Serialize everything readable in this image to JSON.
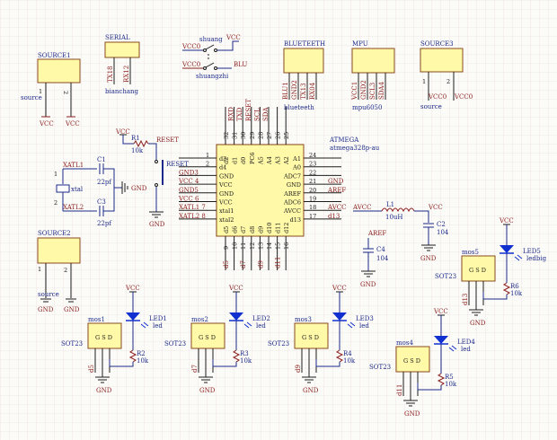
{
  "grid": {
    "color": "#e9d6d6",
    "background": "#fbfbf7"
  },
  "colors": {
    "body_fill": "#fff9a8",
    "body_stroke": "#8a4a1c",
    "wire": "#1c2a8a",
    "net_label": "#8a1c1c",
    "led": "#1030d0"
  },
  "connectors": {
    "source1": {
      "name": "SOURCE1",
      "pin1": "1",
      "pin2": "2",
      "comment": "source",
      "net1": "VCC",
      "net2": "VCC"
    },
    "serial": {
      "name": "SERIAL",
      "pin1": "TX18",
      "pin2": "RX12",
      "comment": "bianchang"
    },
    "bluetooth": {
      "name": "BLUETEETH",
      "pins": [
        "BLU1",
        "GND2",
        "TX13",
        "RX04"
      ],
      "comment": "blueteeth"
    },
    "mpu": {
      "name": "MPU",
      "pins": [
        "VCC1",
        "GND2",
        "SCL3",
        "SDA4"
      ],
      "comment": "mpu6050"
    },
    "source3": {
      "name": "SOURCE3",
      "pin1": "1",
      "pin2": "2",
      "comment": "source",
      "net1": "VCC0",
      "net2": "VCC0"
    },
    "source2": {
      "name": "SOURCE2",
      "pin1": "1",
      "pin2": "2",
      "comment": "source",
      "net1": "GND",
      "net2": "GND"
    }
  },
  "switch": {
    "top_name": "shuang",
    "bottom_name": "shuangzhi",
    "in1": "VCC0",
    "in2": "VCC0",
    "out1": "VCC",
    "out2": "BLU"
  },
  "reset": {
    "vcc": "VCC",
    "r_name": "R1",
    "r_value": "10k",
    "net": "RESET",
    "button": "RESET",
    "gnd": "GND"
  },
  "crystal": {
    "name": "xtal",
    "pin1": "1",
    "pin2": "2",
    "net1": "XATL1",
    "net2": "XATL2",
    "c1": "C1",
    "c1_value": "22pf",
    "c3": "C3",
    "c3_value": "22pf",
    "gnd": "GND"
  },
  "mcu": {
    "name": "ATMEGA",
    "part": "atmega328p-au",
    "left_nets": [
      "",
      "",
      "GND3",
      "VCC 4",
      "GND5",
      "VCC 6",
      "XATL1 7",
      "XATL2 8"
    ],
    "left_nums": [
      "1",
      "2",
      "",
      "",
      "",
      "",
      "",
      ""
    ],
    "left_inner": [
      "d3",
      "d4",
      "GND",
      "VCC",
      "GND",
      "VCC",
      "xtal1",
      "xtal2"
    ],
    "right_nums": [
      "24",
      "23",
      "22",
      "21",
      "20",
      "19",
      "18",
      "17"
    ],
    "right_inner": [
      "A1",
      "A0",
      "ADC7",
      "GND",
      "AREF",
      "ADC6",
      "AVCC",
      "d13"
    ],
    "right_nets": [
      "",
      "",
      "",
      "GND",
      "AREF",
      "",
      "AVCC",
      "d13"
    ],
    "top_nums": [
      "32",
      "31",
      "30",
      "29",
      "28",
      "27",
      "26",
      "25"
    ],
    "top_inner": [
      "d2",
      "d1",
      "d0",
      "PC6",
      "A5",
      "A4",
      "A3",
      "A2"
    ],
    "top_nets": [
      "",
      "RXD",
      "TXD",
      "RESET",
      "SCL",
      "SDA",
      "",
      ""
    ],
    "bottom_nums": [
      "9",
      "10",
      "11",
      "12",
      "13",
      "14",
      "15",
      "16"
    ],
    "bottom_inner": [
      "d5",
      "d6",
      "d7",
      "d8",
      "d9",
      "d10",
      "d11",
      "d12"
    ],
    "bottom_nets": [
      "d5",
      "",
      "d7",
      "",
      "d9",
      "",
      "d11",
      ""
    ]
  },
  "filter": {
    "l_name": "L1",
    "l_value": "10uH",
    "in": "AVCC",
    "out": "VCC",
    "c2": "C2",
    "c2_value": "104",
    "c4": "C4",
    "c4_value": "104",
    "aref": "AREF",
    "gnd": "GND"
  },
  "drivers": [
    {
      "mos": "mos1",
      "pkg": "SOT23",
      "led": "LED1",
      "led_value": "led",
      "r": "R2",
      "r_value": "10k",
      "net": "d5",
      "vcc": "VCC",
      "gnd": "GND",
      "pins": "G S D"
    },
    {
      "mos": "mos2",
      "pkg": "SOT23",
      "led": "LED2",
      "led_value": "led",
      "r": "R3",
      "r_value": "10k",
      "net": "d7",
      "vcc": "VCC",
      "gnd": "GND",
      "pins": "G S D"
    },
    {
      "mos": "mos3",
      "pkg": "SOT23",
      "led": "LED3",
      "led_value": "led",
      "r": "R4",
      "r_value": "10k",
      "net": "d9",
      "vcc": "VCC",
      "gnd": "GND",
      "pins": "G S D"
    },
    {
      "mos": "mos4",
      "pkg": "SOT23",
      "led": "LED4",
      "led_value": "led",
      "r": "R5",
      "r_value": "10k",
      "net": "d11",
      "vcc": "VCC",
      "gnd": "GND",
      "pins": "G S D"
    },
    {
      "mos": "mos5",
      "pkg": "SOT23",
      "led": "LED5",
      "led_value": "ledbig",
      "r": "R6",
      "r_value": "10k",
      "net": "d13",
      "vcc": "VCC",
      "gnd": "GND",
      "pins": "G S D"
    }
  ]
}
